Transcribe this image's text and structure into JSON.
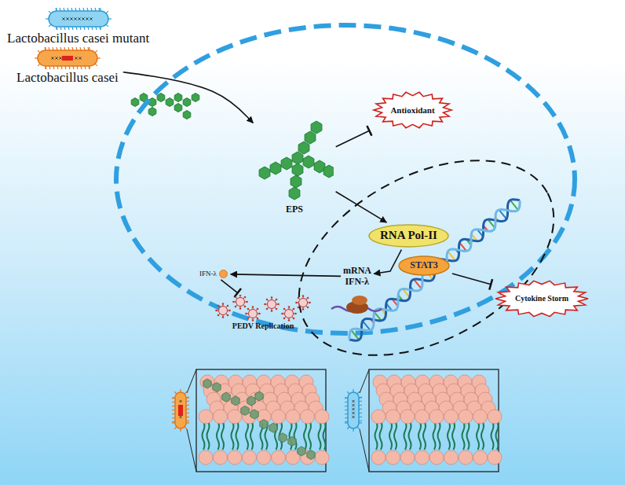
{
  "diagram": {
    "nodes": [
      {
        "text": [
          "Lactobacillus casei mutant"
        ]
      },
      {
        "text": [
          "Lactobacillus casei"
        ]
      },
      {
        "text": [
          "EPS"
        ]
      },
      {
        "text": [
          "Antioxidant"
        ]
      },
      {
        "text": [
          "RNA Pol-II"
        ]
      },
      {
        "text": [
          "STAT3"
        ]
      },
      {
        "text": [
          "mRNA IFN-λ"
        ]
      },
      {
        "text": [
          "Cytokine Storm"
        ]
      },
      {
        "text": [
          "IFN-λ"
        ]
      },
      {
        "text": [
          "PEDV Replication"
        ]
      }
    ],
    "edges": [
      {
        "from": 1,
        "to": 2,
        "arrow": "to"
      },
      {
        "from": 2,
        "to": 3,
        "arrow": "to"
      },
      {
        "from": 2,
        "to": 4,
        "arrow": "to"
      },
      {
        "from": 4,
        "to": 6,
        "arrow": "to"
      },
      {
        "from": 5,
        "to": 7,
        "arrow": "to"
      },
      {
        "from": 6,
        "to": 8,
        "arrow": "to"
      },
      {
        "from": 8,
        "to": 9,
        "arrow": "to"
      }
    ]
  }
}
